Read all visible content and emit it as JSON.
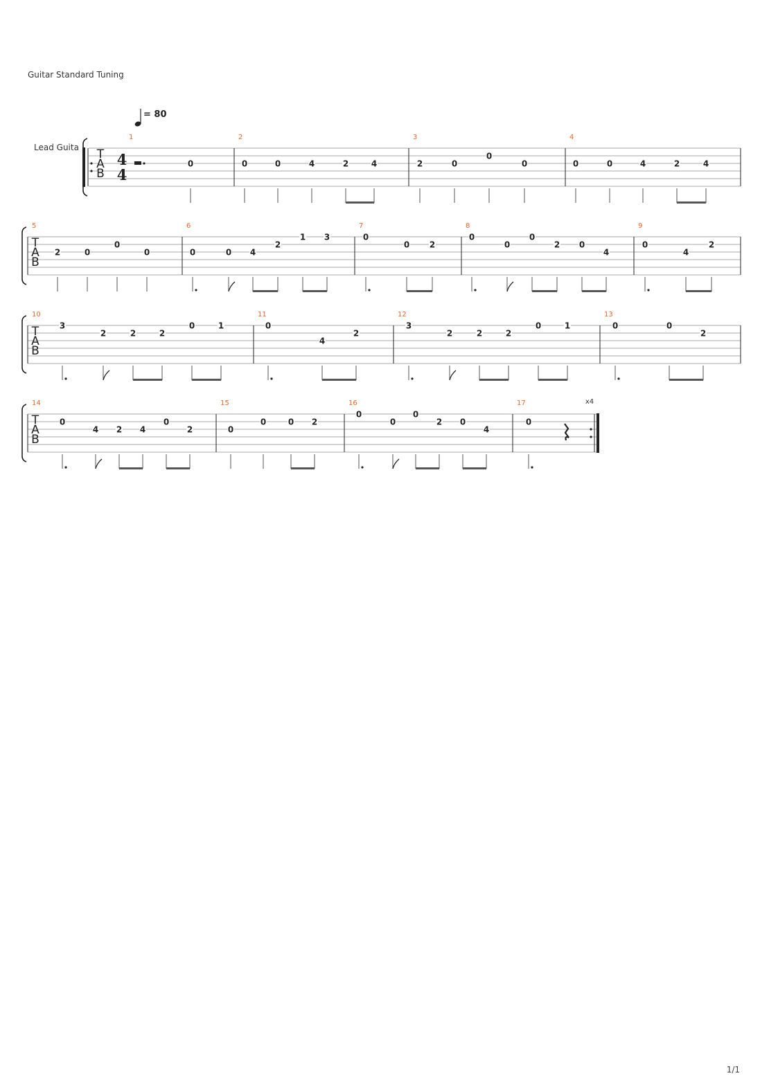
{
  "document": {
    "tuning_label": "Guitar Standard Tuning",
    "page_number": "1/1",
    "tempo": {
      "bpm_label": "= 80"
    },
    "instrument": "Lead Guita",
    "time_signature": {
      "numerator": "4",
      "denominator": "4"
    },
    "tab_clef": [
      "T",
      "A",
      "B"
    ],
    "repeat_count": "x4"
  },
  "colors": {
    "measure_number": "#e8652a",
    "staff_line": "#aaaaaa",
    "ink": "#222222"
  },
  "systems": [
    {
      "measures": [
        {
          "number": "1",
          "start_rest": "dotted-half",
          "notes": [
            {
              "fret": "0",
              "string": 3,
              "dur": "q"
            }
          ]
        },
        {
          "number": "2",
          "notes": [
            {
              "fret": "0",
              "string": 3,
              "dur": "q"
            },
            {
              "fret": "0",
              "string": 3,
              "dur": "q"
            },
            {
              "fret": "4",
              "string": 3,
              "dur": "q"
            },
            {
              "fret": "2",
              "string": 3,
              "dur": "8",
              "beam": "start"
            },
            {
              "fret": "4",
              "string": 3,
              "dur": "8",
              "beam": "end"
            }
          ]
        },
        {
          "number": "3",
          "notes": [
            {
              "fret": "2",
              "string": 3,
              "dur": "q"
            },
            {
              "fret": "0",
              "string": 3,
              "dur": "q"
            },
            {
              "fret": "0",
              "string": 2,
              "dur": "q"
            },
            {
              "fret": "0",
              "string": 3,
              "dur": "q"
            }
          ]
        },
        {
          "number": "4",
          "notes": [
            {
              "fret": "0",
              "string": 3,
              "dur": "q"
            },
            {
              "fret": "0",
              "string": 3,
              "dur": "q"
            },
            {
              "fret": "4",
              "string": 3,
              "dur": "q"
            },
            {
              "fret": "2",
              "string": 3,
              "dur": "8",
              "beam": "start"
            },
            {
              "fret": "4",
              "string": 3,
              "dur": "8",
              "beam": "end"
            }
          ]
        }
      ]
    },
    {
      "measures": [
        {
          "number": "5",
          "notes": [
            {
              "fret": "2",
              "string": 3,
              "dur": "q"
            },
            {
              "fret": "0",
              "string": 3,
              "dur": "q"
            },
            {
              "fret": "0",
              "string": 2,
              "dur": "q"
            },
            {
              "fret": "0",
              "string": 3,
              "dur": "q"
            }
          ]
        },
        {
          "number": "6",
          "notes": [
            {
              "fret": "0",
              "string": 3,
              "dur": "q."
            },
            {
              "fret": "0",
              "string": 3,
              "dur": "8f"
            },
            {
              "fret": "4",
              "string": 3,
              "dur": "8",
              "beam": "start"
            },
            {
              "fret": "2",
              "string": 2,
              "dur": "8",
              "beam": "end"
            },
            {
              "fret": "1",
              "string": 1,
              "dur": "8",
              "beam": "start"
            },
            {
              "fret": "3",
              "string": 1,
              "dur": "8",
              "beam": "end"
            }
          ]
        },
        {
          "number": "7",
          "notes": [
            {
              "fret": "0",
              "string": 1,
              "dur": "q."
            },
            {
              "fret": "0",
              "string": 2,
              "dur": "8",
              "beam": "start"
            },
            {
              "fret": "2",
              "string": 2,
              "dur": "8",
              "beam": "end"
            }
          ]
        },
        {
          "number": "8",
          "notes": [
            {
              "fret": "0",
              "string": 1,
              "dur": "q."
            },
            {
              "fret": "0",
              "string": 2,
              "dur": "8f"
            },
            {
              "fret": "0",
              "string": 1,
              "dur": "8",
              "beam": "start"
            },
            {
              "fret": "2",
              "string": 2,
              "dur": "8",
              "beam": "end"
            },
            {
              "fret": "0",
              "string": 2,
              "dur": "8",
              "beam": "start"
            },
            {
              "fret": "4",
              "string": 3,
              "dur": "8",
              "beam": "end"
            }
          ]
        },
        {
          "number": "9",
          "notes": [
            {
              "fret": "0",
              "string": 2,
              "dur": "q."
            },
            {
              "fret": "4",
              "string": 3,
              "dur": "8",
              "beam": "start"
            },
            {
              "fret": "2",
              "string": 2,
              "dur": "8",
              "beam": "end"
            }
          ]
        }
      ]
    },
    {
      "measures": [
        {
          "number": "10",
          "notes": [
            {
              "fret": "3",
              "string": 1,
              "dur": "q."
            },
            {
              "fret": "2",
              "string": 2,
              "dur": "8f"
            },
            {
              "fret": "2",
              "string": 2,
              "dur": "8",
              "beam": "start"
            },
            {
              "fret": "2",
              "string": 2,
              "dur": "8",
              "beam": "end"
            },
            {
              "fret": "0",
              "string": 1,
              "dur": "8",
              "beam": "start"
            },
            {
              "fret": "1",
              "string": 1,
              "dur": "8",
              "beam": "end"
            }
          ]
        },
        {
          "number": "11",
          "notes": [
            {
              "fret": "0",
              "string": 1,
              "dur": "q."
            },
            {
              "fret": "4",
              "string": 3,
              "dur": "8",
              "beam": "start"
            },
            {
              "fret": "2",
              "string": 2,
              "dur": "8",
              "beam": "end"
            }
          ]
        },
        {
          "number": "12",
          "notes": [
            {
              "fret": "3",
              "string": 1,
              "dur": "q."
            },
            {
              "fret": "2",
              "string": 2,
              "dur": "8f"
            },
            {
              "fret": "2",
              "string": 2,
              "dur": "8",
              "beam": "start"
            },
            {
              "fret": "2",
              "string": 2,
              "dur": "8",
              "beam": "end"
            },
            {
              "fret": "0",
              "string": 1,
              "dur": "8",
              "beam": "start"
            },
            {
              "fret": "1",
              "string": 1,
              "dur": "8",
              "beam": "end"
            }
          ]
        },
        {
          "number": "13",
          "notes": [
            {
              "fret": "0",
              "string": 1,
              "dur": "q."
            },
            {
              "fret": "0",
              "string": 1,
              "dur": "8",
              "beam": "start"
            },
            {
              "fret": "2",
              "string": 2,
              "dur": "8",
              "beam": "end"
            }
          ]
        }
      ]
    },
    {
      "measures": [
        {
          "number": "14",
          "notes": [
            {
              "fret": "0",
              "string": 2,
              "dur": "q."
            },
            {
              "fret": "4",
              "string": 3,
              "dur": "8f"
            },
            {
              "fret": "2",
              "string": 3,
              "dur": "8",
              "beam": "start"
            },
            {
              "fret": "4",
              "string": 3,
              "dur": "8",
              "beam": "end"
            },
            {
              "fret": "0",
              "string": 2,
              "dur": "8",
              "beam": "start"
            },
            {
              "fret": "2",
              "string": 3,
              "dur": "8",
              "beam": "end"
            }
          ]
        },
        {
          "number": "15",
          "notes": [
            {
              "fret": "0",
              "string": 3,
              "dur": "q"
            },
            {
              "fret": "0",
              "string": 2,
              "dur": "q"
            },
            {
              "fret": "0",
              "string": 2,
              "dur": "8",
              "beam": "start"
            },
            {
              "fret": "2",
              "string": 2,
              "dur": "8",
              "beam": "end"
            }
          ]
        },
        {
          "number": "16",
          "notes": [
            {
              "fret": "0",
              "string": 1,
              "dur": "q."
            },
            {
              "fret": "0",
              "string": 2,
              "dur": "8f"
            },
            {
              "fret": "0",
              "string": 1,
              "dur": "8",
              "beam": "start"
            },
            {
              "fret": "2",
              "string": 2,
              "dur": "8",
              "beam": "end"
            },
            {
              "fret": "0",
              "string": 2,
              "dur": "8",
              "beam": "start"
            },
            {
              "fret": "4",
              "string": 3,
              "dur": "8",
              "beam": "end"
            }
          ]
        },
        {
          "number": "17",
          "end_rest": "quarter",
          "notes": [
            {
              "fret": "0",
              "string": 2,
              "dur": "q."
            }
          ]
        }
      ]
    }
  ]
}
